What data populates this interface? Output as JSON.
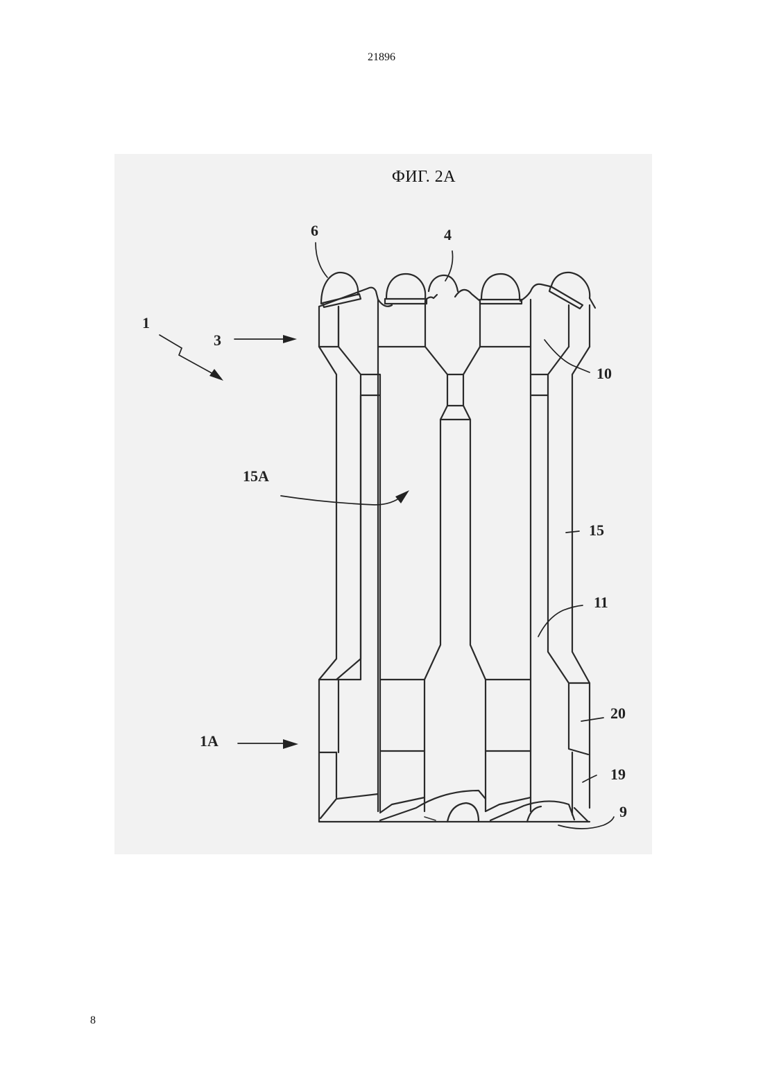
{
  "header": {
    "document_number": "21896"
  },
  "footer": {
    "page_number": "8"
  },
  "figure": {
    "title": "ФИГ. 2А",
    "labels": {
      "l1": "1",
      "l3": "3",
      "l6": "6",
      "l4": "4",
      "l10": "10",
      "l15A": "15A",
      "l15": "15",
      "l11": "11",
      "l20": "20",
      "l1A": "1A",
      "l19": "19",
      "l9": "9"
    }
  }
}
